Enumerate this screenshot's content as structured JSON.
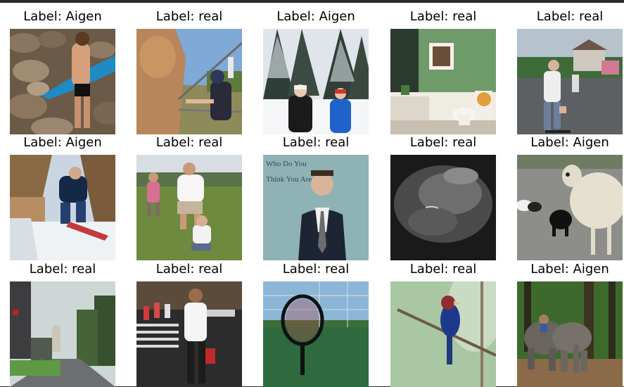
{
  "grid": {
    "items": [
      {
        "label": "Label: Aigen",
        "subject": "surfer on rocky beach"
      },
      {
        "label": "Label: real",
        "subject": "woman feeding cow"
      },
      {
        "label": "Label: Aigen",
        "subject": "two people in snowy forest"
      },
      {
        "label": "Label: real",
        "subject": "bathroom with toilet"
      },
      {
        "label": "Label: real",
        "subject": "skateboarder on street"
      },
      {
        "label": "Label: Aigen",
        "subject": "snowboarder jumping"
      },
      {
        "label": "Label: real",
        "subject": "family playing in park"
      },
      {
        "label": "Label: real",
        "subject": "man with tie",
        "overlay_text": [
          "Who Do You",
          "Think You Are"
        ]
      },
      {
        "label": "Label: real",
        "subject": "dark cloudy sky"
      },
      {
        "label": "Label: Aigen",
        "subject": "sheep and dogs"
      },
      {
        "label": "Label: real",
        "subject": "city street with capitol"
      },
      {
        "label": "Label: real",
        "subject": "busy crosswalk"
      },
      {
        "label": "Label: real",
        "subject": "tennis racket on court"
      },
      {
        "label": "Label: real",
        "subject": "bird on branch"
      },
      {
        "label": "Label: Aigen",
        "subject": "elephants in jungle"
      }
    ]
  }
}
